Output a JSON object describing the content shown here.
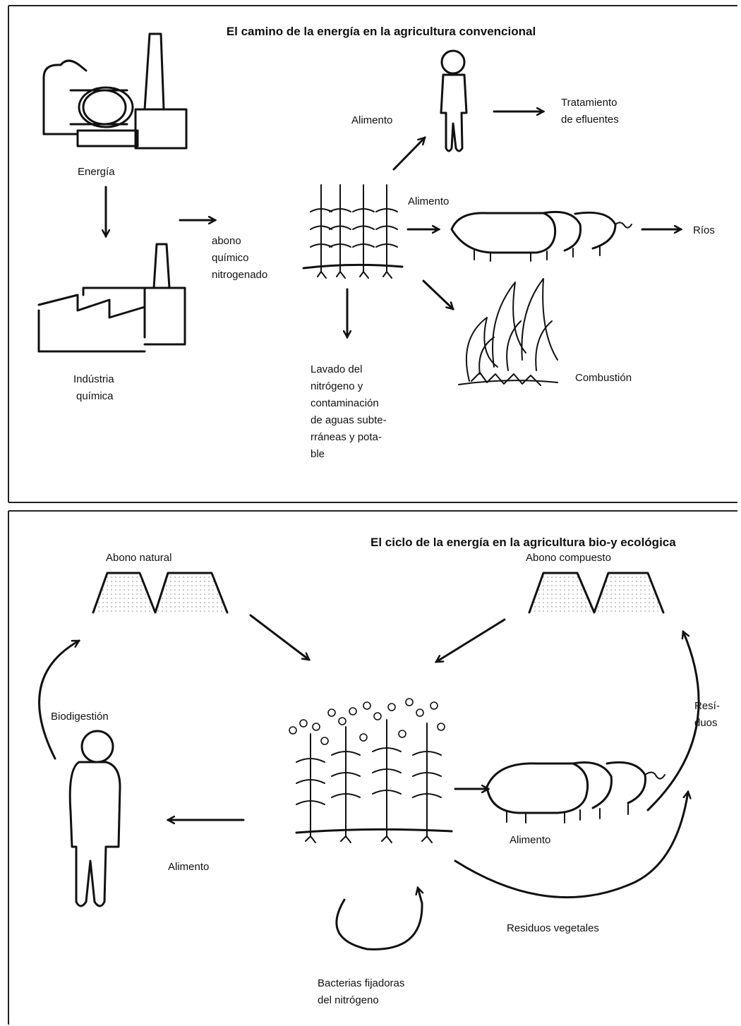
{
  "top_panel": {
    "title": "El camino de la energía en la agricultura convencional",
    "energy": "Energía",
    "industry": [
      "Indústria",
      "química"
    ],
    "fertilizer": [
      "abono",
      "químico",
      "nitrogenado"
    ],
    "food_human": "Alimento",
    "effluents": [
      "Tratamiento",
      "de efluentes"
    ],
    "food_pigs": "Alimento",
    "rivers": "Ríos",
    "leaching": [
      "Lavado del",
      "nitrógeno y",
      "contaminación",
      "de aguas subte-",
      "rráneas y pota-",
      "ble"
    ],
    "combustion": "Combustión"
  },
  "bottom_panel": {
    "title": "El ciclo de la energía en la agricultura bio-y ecológica",
    "natural_manure": "Abono natural",
    "compost": "Abono compuesto",
    "biodigestion": "Biodigestión",
    "residues": [
      "Resí-",
      "duos"
    ],
    "food_human": "Alimento",
    "food_pigs": "Alimento",
    "plant_residues": "Residuos vegetales",
    "bacteria": [
      "Bacterias fijadoras",
      "del nitrógeno"
    ]
  },
  "icons": [
    "factory-icon",
    "chemical-plant-icon",
    "person-icon",
    "crop-plants-icon",
    "pigs-icon",
    "flames-icon",
    "manure-heap-icon"
  ]
}
